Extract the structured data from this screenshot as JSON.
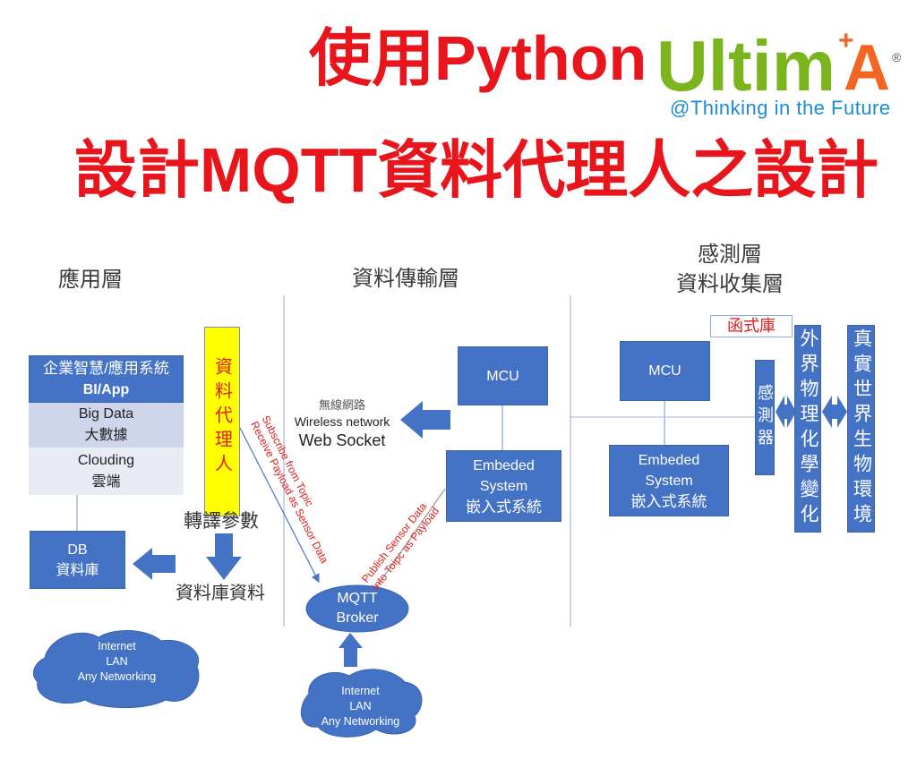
{
  "title": {
    "line1": "使用Python",
    "line2": "設計MQTT資料代理人之設計"
  },
  "logo": {
    "main": "Ultim",
    "plus": "+",
    "a": "A",
    "registered": "®",
    "tagline": "@Thinking in the Future"
  },
  "layers": {
    "application": "應用層",
    "transport": "資料傳輸層",
    "sensing": [
      "感測層",
      "資料收集層"
    ]
  },
  "application": {
    "stack": [
      {
        "line1": "企業智慧/應用系統",
        "line2": "BI/App"
      },
      {
        "line1": "Big Data",
        "line2": "大數據"
      },
      {
        "line1": "Clouding",
        "line2": "雲端"
      }
    ],
    "agent": "資料代理人",
    "translate_label": "轉譯參數",
    "db_data_label": "資料庫資料",
    "db": {
      "line1": "DB",
      "line2": "資料庫"
    },
    "cloud": [
      "Internet",
      "LAN",
      "Any Networking"
    ]
  },
  "transport": {
    "wireless": {
      "zh": "無線網路",
      "en": "Wireless network",
      "socket": "Web Socket"
    },
    "mcu": "MCU",
    "embedded": [
      "Embeded",
      "System",
      "嵌入式系統"
    ],
    "broker": [
      "MQTT",
      "Broker"
    ],
    "cloud": [
      "Internet",
      "LAN",
      "Any Networking"
    ],
    "subscribe": [
      "Subscribe from Topic",
      "Receive Payload as Sensor Data"
    ],
    "publish": [
      "Publish Sensor Data",
      "Into Toipc as Payload"
    ]
  },
  "sensing": {
    "library": "函式庫",
    "mcu": "MCU",
    "embedded": [
      "Embeded",
      "System",
      "嵌入式系統"
    ],
    "sensor": "感測器",
    "physical": "外界物理化學變化",
    "environment": "真實世界生物環境"
  },
  "colors": {
    "title_red": "#e8161c",
    "box_blue": "#4472c4",
    "agent_yellow": "#ffff00",
    "annotation_red": "#e01e1e",
    "logo_green": "#7ab51d",
    "logo_orange": "#f26522",
    "tagline_blue": "#1b8bd2"
  }
}
